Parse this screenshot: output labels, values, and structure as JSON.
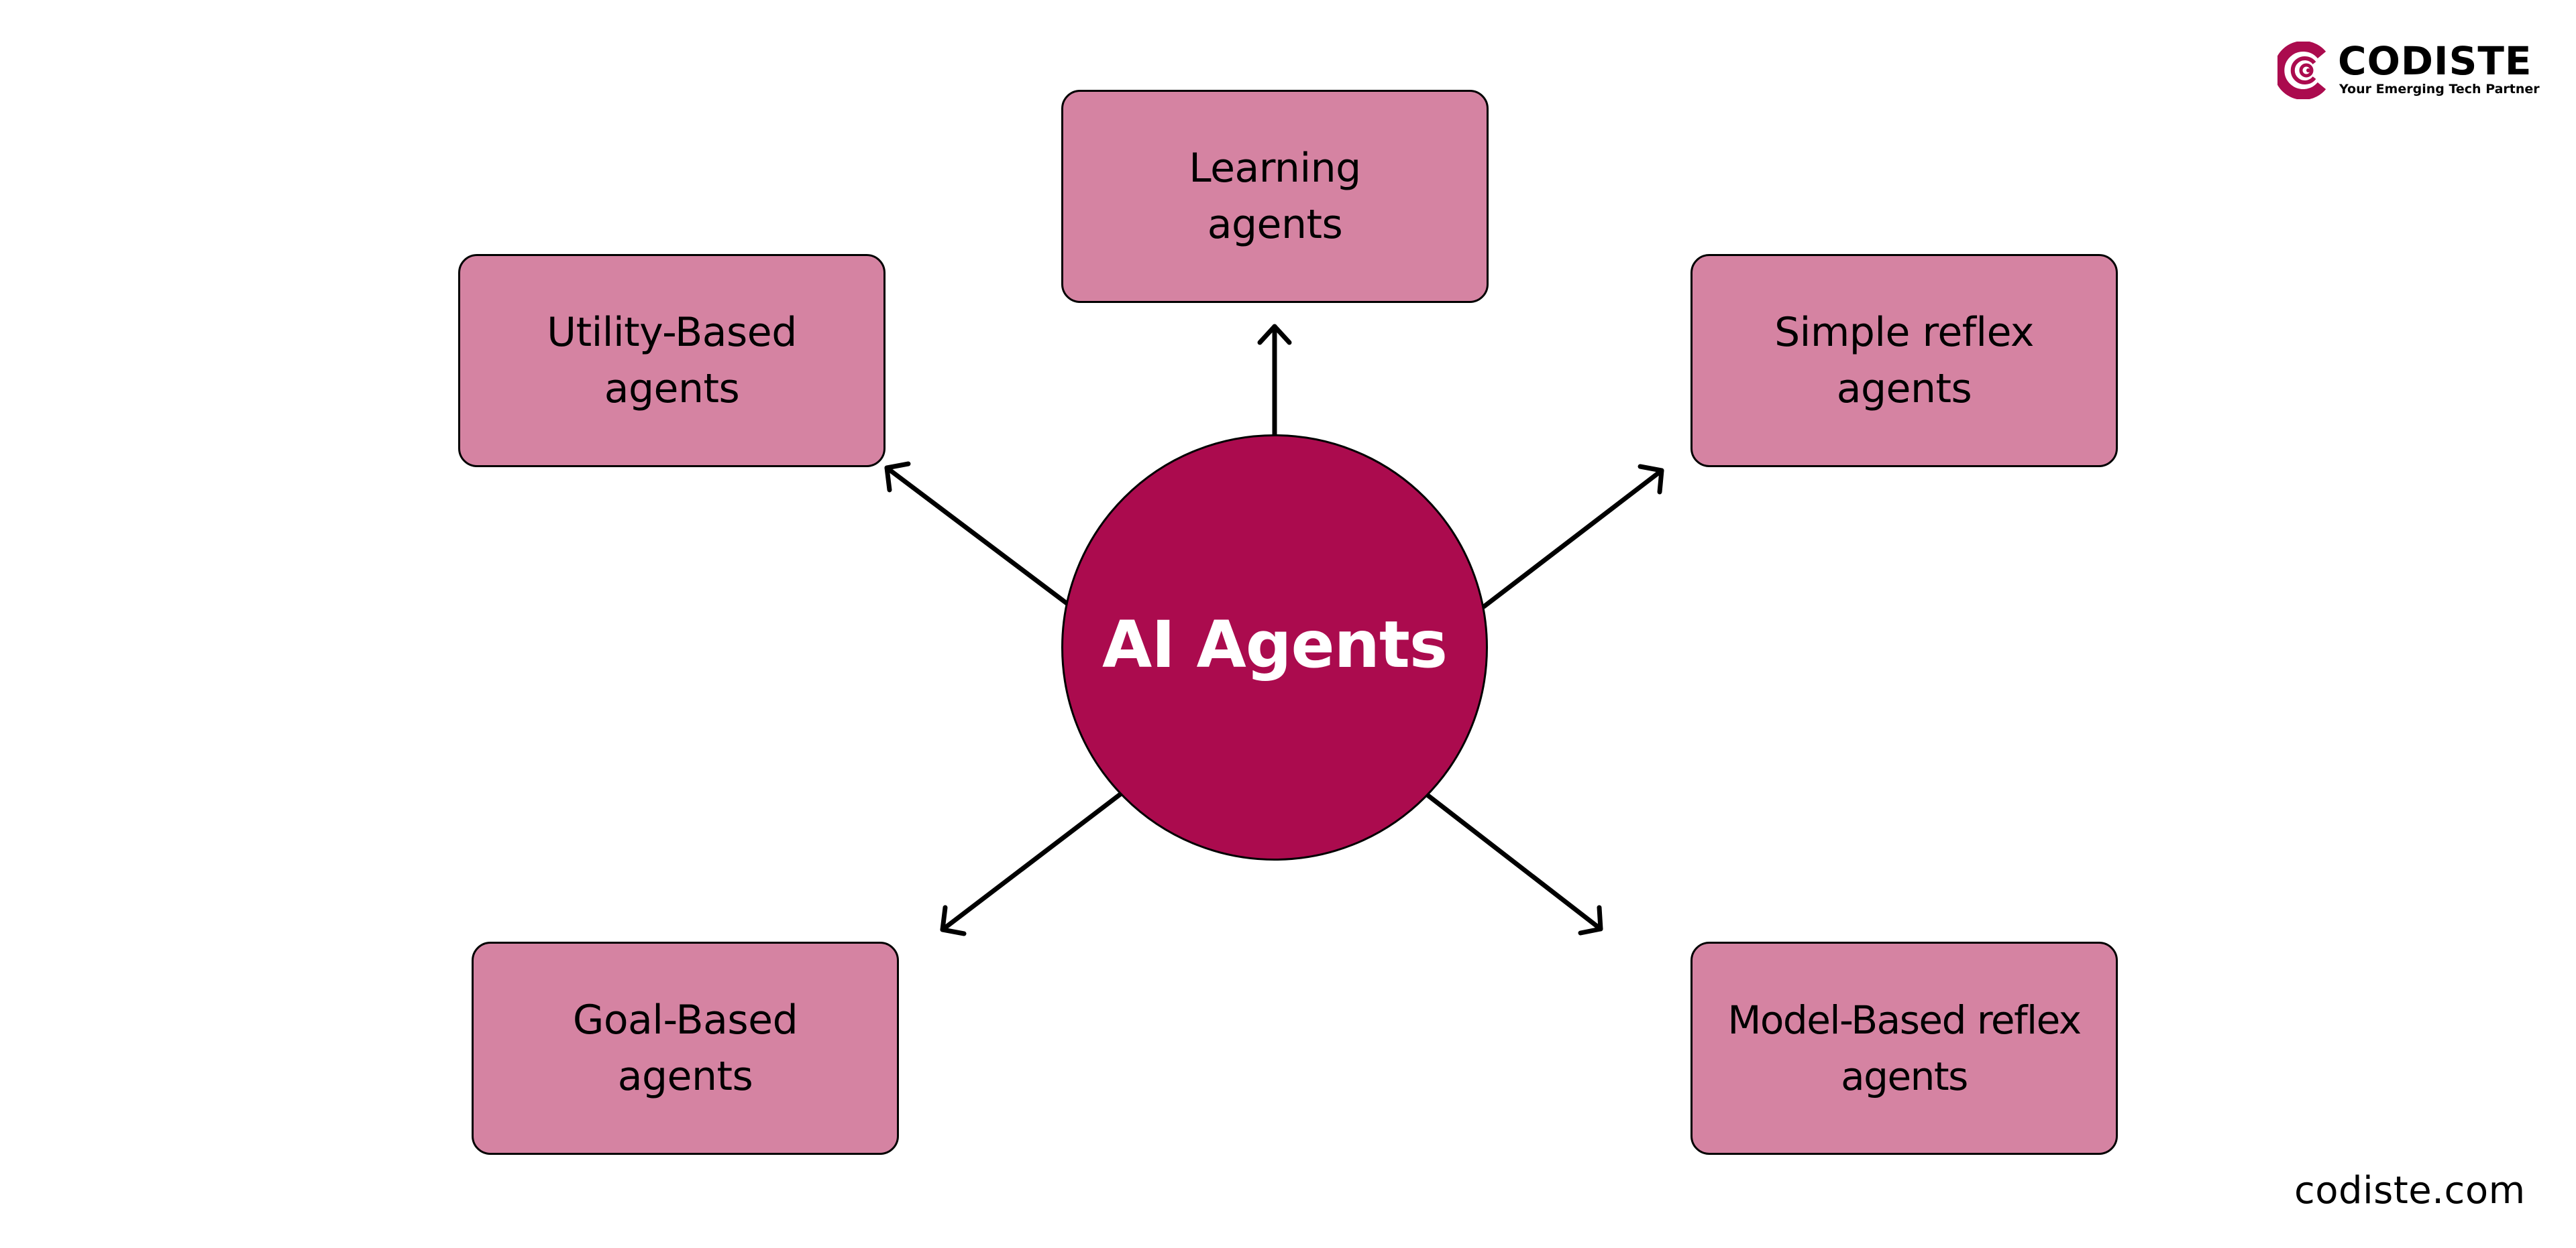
{
  "brand": {
    "name": "CODISTE",
    "tagline": "Your Emerging Tech Partner",
    "website": "codiste.com",
    "primary_color": "#AB0B4E",
    "node_color": "#D583A2"
  },
  "diagram": {
    "center": {
      "label": "AI Agents"
    },
    "nodes": [
      {
        "id": "learning",
        "label": "Learning\nagents"
      },
      {
        "id": "utility-based",
        "label": "Utility-Based\nagents"
      },
      {
        "id": "simple-reflex",
        "label": "Simple reflex\nagents"
      },
      {
        "id": "goal-based",
        "label": "Goal-Based\nagents"
      },
      {
        "id": "model-based-reflex",
        "label": "Model-Based reflex\nagents"
      }
    ],
    "edges": [
      {
        "from": "AI Agents",
        "to": "learning"
      },
      {
        "from": "AI Agents",
        "to": "utility-based"
      },
      {
        "from": "AI Agents",
        "to": "simple-reflex"
      },
      {
        "from": "AI Agents",
        "to": "goal-based"
      },
      {
        "from": "AI Agents",
        "to": "model-based-reflex"
      }
    ]
  }
}
